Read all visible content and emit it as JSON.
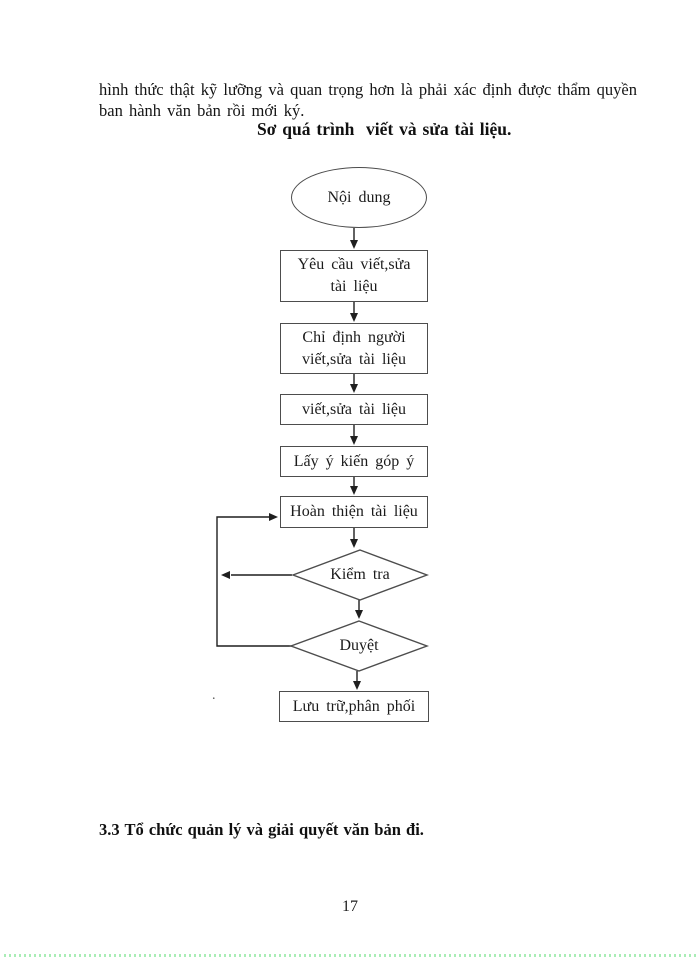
{
  "document": {
    "body_text": "hình thức thật kỹ lưỡng và quan trọng hơn là phải xác định được thẩm quyền ban hành văn bản rồi mới ký.",
    "diagram_title": "Sơ quá trình  viết và sửa tài liệu.",
    "section_heading": "3.3 Tổ chức quản lý và giải quyết văn bản đi.",
    "page_number": "17",
    "stray_mark": "."
  },
  "flowchart": {
    "nodes": {
      "start": {
        "shape": "ellipse",
        "label": "Nội dung"
      },
      "request": {
        "shape": "rect",
        "line1": "Yêu cầu viết,sửa",
        "line2": "tài liệu"
      },
      "assign": {
        "shape": "rect",
        "line1": "Chỉ định người",
        "line2": "viết,sửa tài liệu"
      },
      "write": {
        "shape": "rect",
        "label": "viết,sửa tài liệu"
      },
      "comments": {
        "shape": "rect",
        "label": "Lấy ý kiến góp ý"
      },
      "finalize": {
        "shape": "rect",
        "label": "Hoàn thiện tài liệu"
      },
      "check": {
        "shape": "diamond",
        "label": "Kiểm tra"
      },
      "approve": {
        "shape": "diamond",
        "label": "Duyệt"
      },
      "store": {
        "shape": "rect",
        "label": "Lưu trữ,phân phối"
      }
    },
    "edges": [
      {
        "from": "start",
        "to": "request"
      },
      {
        "from": "request",
        "to": "assign"
      },
      {
        "from": "assign",
        "to": "write"
      },
      {
        "from": "write",
        "to": "comments"
      },
      {
        "from": "comments",
        "to": "finalize"
      },
      {
        "from": "finalize",
        "to": "check"
      },
      {
        "from": "check",
        "to": "approve"
      },
      {
        "from": "approve",
        "to": "store"
      },
      {
        "from": "check",
        "to": "finalize",
        "type": "feedback-loop"
      },
      {
        "from": "approve",
        "to": "finalize",
        "type": "feedback-loop"
      }
    ]
  },
  "colors": {
    "page_background": "#ffffff",
    "text": "#1b1b1b",
    "shape_border": "#4d4d4d",
    "connector": "#1f1f1f",
    "footer_dots": "#a9edb6"
  }
}
